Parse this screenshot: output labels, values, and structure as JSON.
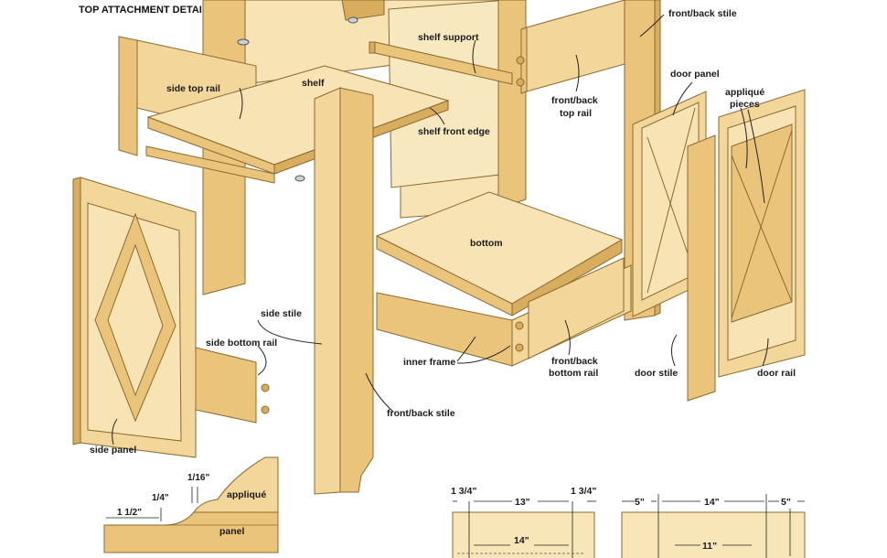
{
  "title": "TOP ATTACHMENT DETAIL",
  "labels": {
    "side_top_rail": "side top rail",
    "shelf": "shelf",
    "shelf_support": "shelf support",
    "shelf_front_edge": "shelf front edge",
    "front_back_stile_top": "front/back stile",
    "front_back_top_rail_1": "front/back",
    "front_back_top_rail_2": "top rail",
    "door_panel": "door panel",
    "applique_pieces_1": "appliqué",
    "applique_pieces_2": "pieces",
    "bottom": "bottom",
    "side_stile": "side stile",
    "side_bottom_rail": "side bottom rail",
    "inner_frame": "inner frame",
    "front_back_bottom_rail_1": "front/back",
    "front_back_bottom_rail_2": "bottom rail",
    "door_stile": "door stile",
    "door_rail": "door rail",
    "front_back_stile_bottom": "front/back stile",
    "side_panel": "side panel"
  },
  "profile_detail": {
    "applique": "appliqué",
    "panel": "panel",
    "dim_a": "1/4\"",
    "dim_b": "1/16\"",
    "dim_c": "1 1/2\""
  },
  "dims_left": {
    "left": "1 3/4\"",
    "middle": "13\"",
    "right": "1 3/4\"",
    "lower": "14\""
  },
  "dims_right": {
    "left": "5\"",
    "middle": "14\"",
    "right": "5\"",
    "lower": "11\""
  },
  "colors": {
    "wood_light": "#f3d79a",
    "wood_mid": "#e9c47a",
    "wood_dark": "#d9ad5e",
    "outline": "#8a6a30"
  }
}
